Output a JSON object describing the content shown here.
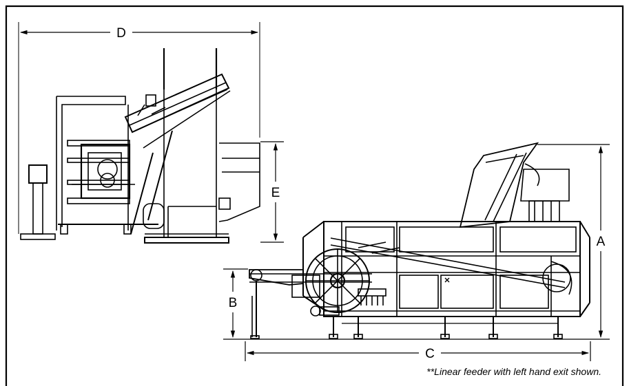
{
  "dimensions": {
    "a": "A",
    "b": "B",
    "c": "C",
    "d": "D",
    "e": "E"
  },
  "footnote": "**Linear feeder with left hand exit shown."
}
